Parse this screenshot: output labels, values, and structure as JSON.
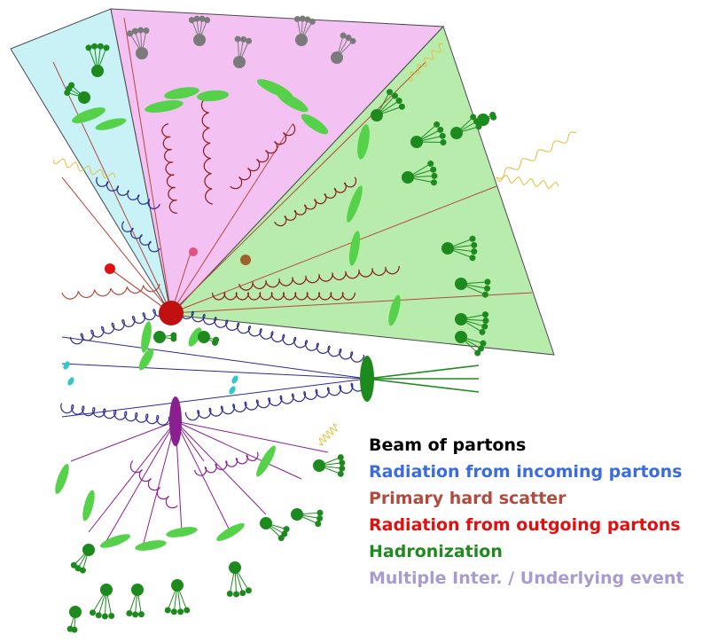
{
  "legend": {
    "items": [
      {
        "label": "Beam of partons",
        "color": "#000000"
      },
      {
        "label": "Radiation from  incoming partons",
        "color": "#3a6ce0"
      },
      {
        "label": "Primary hard scatter",
        "color": "#b34a3c"
      },
      {
        "label": "Radiation from outgoing partons",
        "color": "#e01010"
      },
      {
        "label": "Hadronization",
        "color": "#1f8a1f"
      },
      {
        "label": "Multiple Inter. / Underlying event",
        "color": "#a99ad0"
      }
    ]
  },
  "colors": {
    "cyan_region": "#c8f2f6",
    "pink_region": "#f3c2f3",
    "green_region": "#b8ecac",
    "hard_scatter": "#c01010",
    "gluon_incoming": "#2a2a90",
    "gluon_outgoing": "#8a1a1a",
    "hadron_light": "#55d24a",
    "hadron_dark": "#1c8a1c",
    "mpi": "#8a2090",
    "photon": "#e0c040"
  },
  "icons": [
    "hard-scatter-vertex",
    "mpi-vertex",
    "beam-blob",
    "gluon-coil",
    "hadron-blob"
  ]
}
